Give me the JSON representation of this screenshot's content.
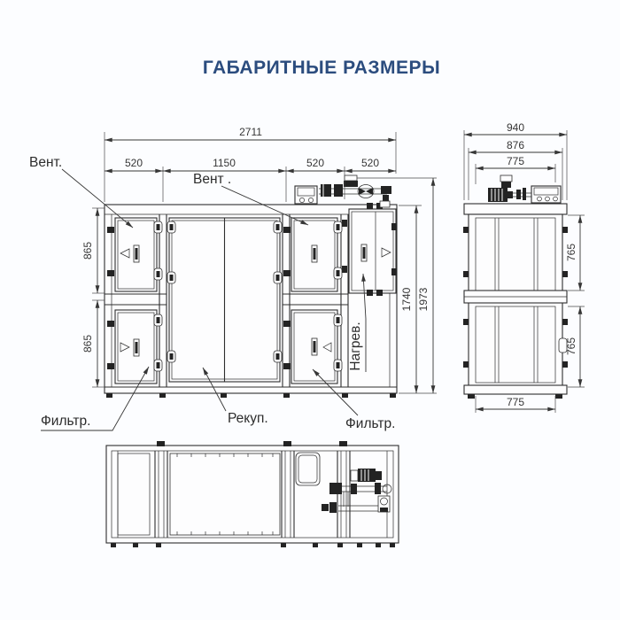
{
  "title": "ГАБАРИТНЫЕ РАЗМЕРЫ",
  "colors": {
    "line": "#2e2e2e",
    "dim_text": "#363636",
    "title": "#2b4c7e",
    "background": "#fcfdff"
  },
  "front": {
    "dim_total": "2711",
    "dim_seg1": "520",
    "dim_seg2": "1150",
    "dim_seg3": "520",
    "dim_seg4": "520",
    "dim_upper": "865",
    "dim_lower": "865",
    "dim_h1": "1740",
    "dim_h2": "1973",
    "lbl_fan_left": "Вент.",
    "lbl_fan_center": "Вент .",
    "lbl_heater": "Нагрев.",
    "lbl_filter_left": "Фильтр.",
    "lbl_recup": "Рекуп.",
    "lbl_filter_right": "Фильтр."
  },
  "side": {
    "dim_w1": "940",
    "dim_w2": "876",
    "dim_w3": "775",
    "dim_h_upper": "765",
    "dim_h_lower": "765",
    "dim_w_bottom": "775"
  }
}
